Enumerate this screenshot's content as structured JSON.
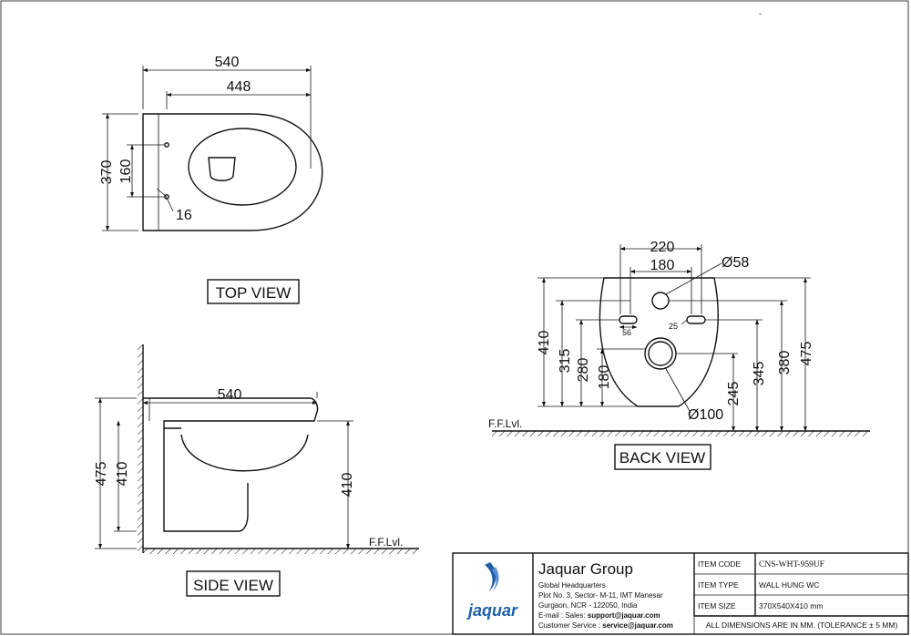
{
  "views": {
    "top": {
      "label": "TOP VIEW",
      "dims": {
        "overall_length": "540",
        "pan_length": "448",
        "width": "370",
        "fixing_spacing": "160",
        "fixing_dia": "16"
      }
    },
    "side": {
      "label": "SIDE VIEW",
      "floor_label": "F.F.Lvl.",
      "dims": {
        "length": "540",
        "height_total": "475",
        "height_rim_left": "410",
        "height_rim_right": "410"
      }
    },
    "back": {
      "label": "BACK VIEW",
      "floor_label": "F.F.Lvl.",
      "dims": {
        "outer_width": "220",
        "inner_width": "180",
        "inlet_dia": "Ø58",
        "outlet_dia": "Ø100",
        "slot_left": "56",
        "slot_right": "25",
        "h410": "410",
        "h315": "315",
        "h280": "280",
        "h180": "180",
        "h245": "245",
        "h345": "345",
        "h380": "380",
        "h475": "475"
      }
    }
  },
  "title_block": {
    "company": "Jaquar Group",
    "address_lines": [
      "Global Headquarters",
      "Plot No. 3, Sector- M-11, IMT Manesar",
      "Gurgaon, NCR - 122050, India"
    ],
    "sales_label": "E-mail : Sales: ",
    "sales_email": "support@jaquar.com",
    "service_label": "Customer Service : ",
    "service_email": "service@jaquar.com",
    "logo_text": "jaquar",
    "rows": [
      {
        "label": "ITEM  CODE",
        "value": "CNS-WHT-959UF"
      },
      {
        "label": "ITEM  TYPE",
        "value": "WALL HUNG WC"
      },
      {
        "label": "ITEM  SIZE",
        "value": "370X540X410 mm"
      }
    ],
    "footer": "ALL DIMENSIONS ARE IN MM. (TOLERANCE ± 5 MM)",
    "brand_color": "#1f5fa8"
  }
}
